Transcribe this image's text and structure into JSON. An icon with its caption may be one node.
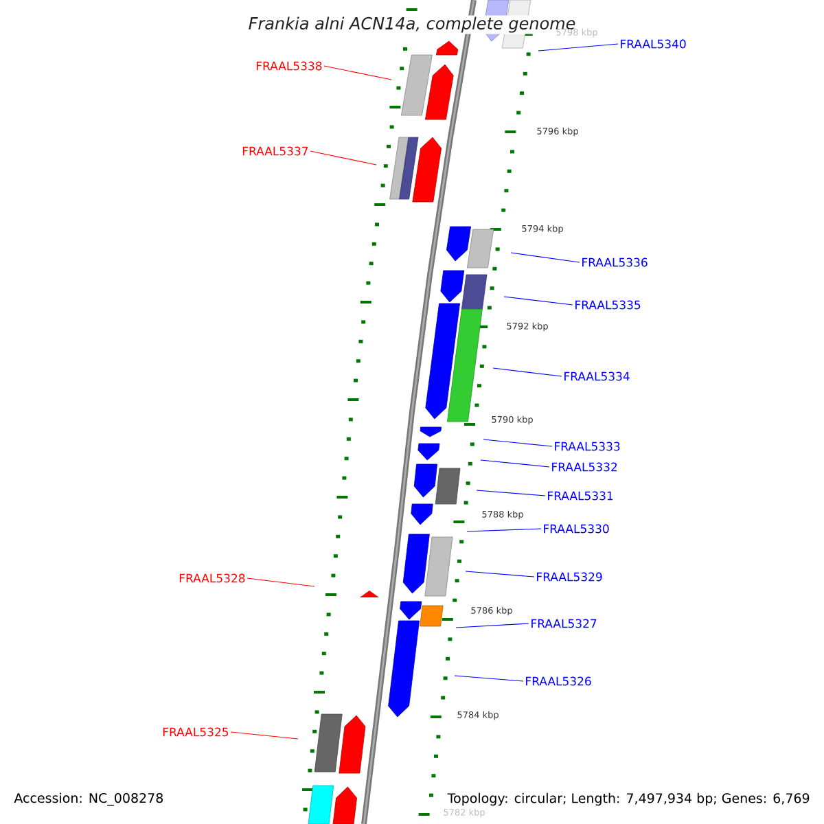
{
  "diagram": {
    "title": "*Frankia alni* ACN14a, complete genome",
    "nodes": [
      {
        "text": [
          "FRAAL5340"
        ]
      },
      {
        "text": [
          "FRAAL5338"
        ]
      },
      {
        "text": [
          "FRAAL5337"
        ]
      },
      {
        "text": [
          "FRAAL5336"
        ]
      },
      {
        "text": [
          "FRAAL5335"
        ]
      },
      {
        "text": [
          "FRAAL5334"
        ]
      },
      {
        "text": [
          "FRAAL5333"
        ]
      },
      {
        "text": [
          "FRAAL5332"
        ]
      },
      {
        "text": [
          "FRAAL5331"
        ]
      },
      {
        "text": [
          "FRAAL5330"
        ]
      },
      {
        "text": [
          "FRAAL5329"
        ]
      },
      {
        "text": [
          "FRAAL5328"
        ]
      },
      {
        "text": [
          "FRAAL5327"
        ]
      },
      {
        "text": [
          "FRAAL5326"
        ]
      },
      {
        "text": [
          "FRAAL5325"
        ]
      }
    ],
    "edges": [
      {
        "from": 0,
        "to": null,
        "arrow": "none"
      },
      {
        "from": 1,
        "to": null,
        "arrow": "none",
        "color": "#ff0000"
      },
      {
        "from": 2,
        "to": null,
        "arrow": "none",
        "color": "#ff0000"
      },
      {
        "from": 3,
        "to": null,
        "arrow": "none"
      },
      {
        "from": 4,
        "to": null,
        "arrow": "none"
      },
      {
        "from": 5,
        "to": null,
        "arrow": "none"
      },
      {
        "from": 6,
        "to": null,
        "arrow": "none"
      },
      {
        "from": 7,
        "to": null,
        "arrow": "none"
      },
      {
        "from": 8,
        "to": null,
        "arrow": "none"
      },
      {
        "from": 9,
        "to": null,
        "arrow": "none"
      },
      {
        "from": 10,
        "to": null,
        "arrow": "none"
      },
      {
        "from": 11,
        "to": null,
        "arrow": "none",
        "color": "#ff0000"
      },
      {
        "from": 12,
        "to": null,
        "arrow": "none"
      },
      {
        "from": 13,
        "to": null,
        "arrow": "none"
      },
      {
        "from": 14,
        "to": null,
        "arrow": "none",
        "color": "#ff0000"
      }
    ],
    "labels": [
      "5798 kbp",
      "5796 kbp",
      "5794 kbp",
      "5792 kbp",
      "5790 kbp",
      "5788 kbp",
      "5786 kbp",
      "5784 kbp",
      "5782 kbp",
      "Accession: NC_008278",
      "Topology: circular; Length: 7,497,934 bp; Genes: 6,769"
    ]
  }
}
